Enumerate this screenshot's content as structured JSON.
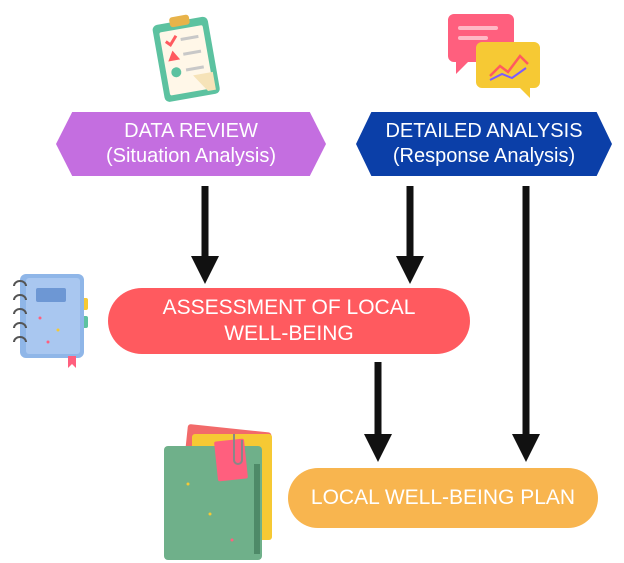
{
  "nodes": {
    "data_review": {
      "line1": "DATA REVIEW",
      "line2": "(Situation Analysis)",
      "color": "#c46ee0"
    },
    "detailed_analysis": {
      "line1": "DETAILED ANALYSIS",
      "line2": "(Response Analysis)",
      "color": "#0b3fa8"
    },
    "assessment": {
      "line1": "ASSESSMENT OF LOCAL",
      "line2": "WELL-BEING",
      "color": "#ff5a5f"
    },
    "plan": {
      "line1": "LOCAL WELL-BEING PLAN",
      "color": "#f8b54f"
    }
  },
  "arrow_color": "#111111",
  "icons": {
    "clipboard": "clipboard-checklist-icon",
    "chat": "chat-chart-bubbles-icon",
    "notebook": "spiral-notebook-icon",
    "folder": "folder-with-notes-icon"
  }
}
